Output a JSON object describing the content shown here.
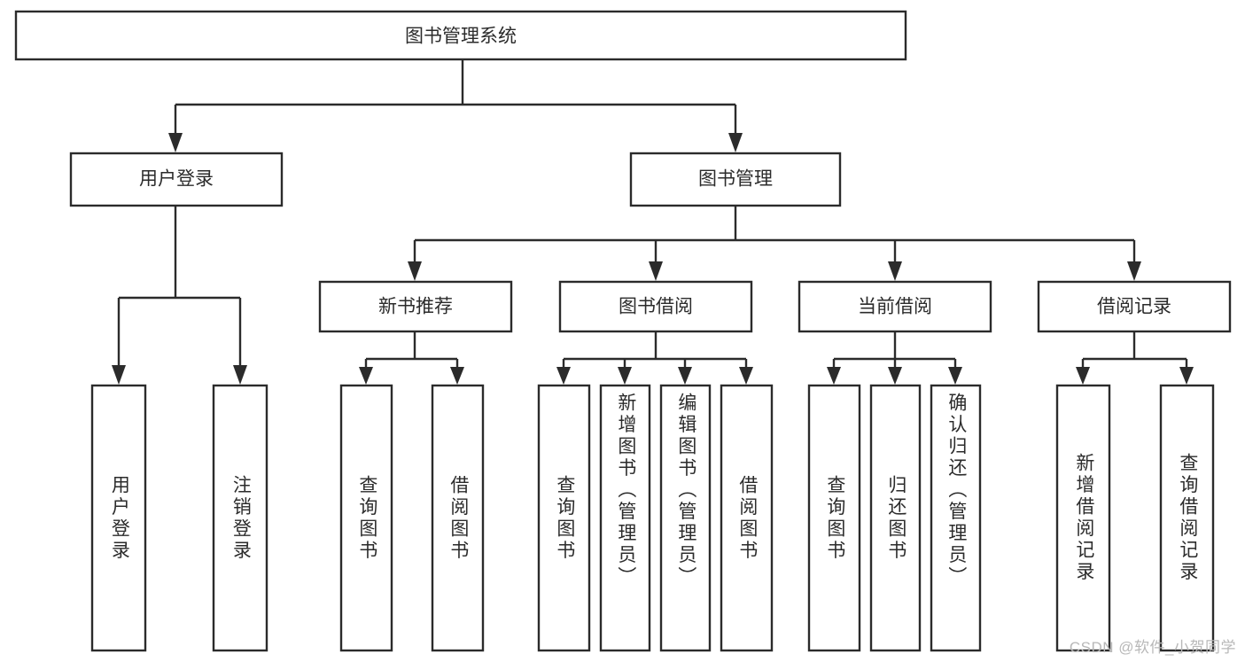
{
  "diagram": {
    "title": "图书管理系统",
    "type": "hierarchy-tree",
    "watermark": "CSDN @软件_小贺同学",
    "colors": {
      "stroke": "#2b2b2b",
      "fill": "#ffffff",
      "background": "#ffffff",
      "watermark": "#b8b8b8"
    },
    "levels": {
      "root": {
        "label": "图书管理系统"
      },
      "level2": [
        {
          "label": "用户登录"
        },
        {
          "label": "图书管理"
        }
      ],
      "level3": [
        {
          "label": "新书推荐"
        },
        {
          "label": "图书借阅"
        },
        {
          "label": "当前借阅"
        },
        {
          "label": "借阅记录"
        }
      ],
      "leaves": {
        "user_login": [
          {
            "label": "用户登录"
          },
          {
            "label": "注销登录"
          }
        ],
        "new_book_rec": [
          {
            "label": "查询图书"
          },
          {
            "label": "借阅图书"
          }
        ],
        "book_borrow": [
          {
            "label": "查询图书"
          },
          {
            "label": "新增图书（管理员）"
          },
          {
            "label": "编辑图书（管理员）"
          },
          {
            "label": "借阅图书"
          }
        ],
        "current_borrow": [
          {
            "label": "查询图书"
          },
          {
            "label": "归还图书"
          },
          {
            "label": "确认归还（管理员）"
          }
        ],
        "borrow_record": [
          {
            "label": "新增借阅记录"
          },
          {
            "label": "查询借阅记录"
          }
        ]
      }
    }
  }
}
